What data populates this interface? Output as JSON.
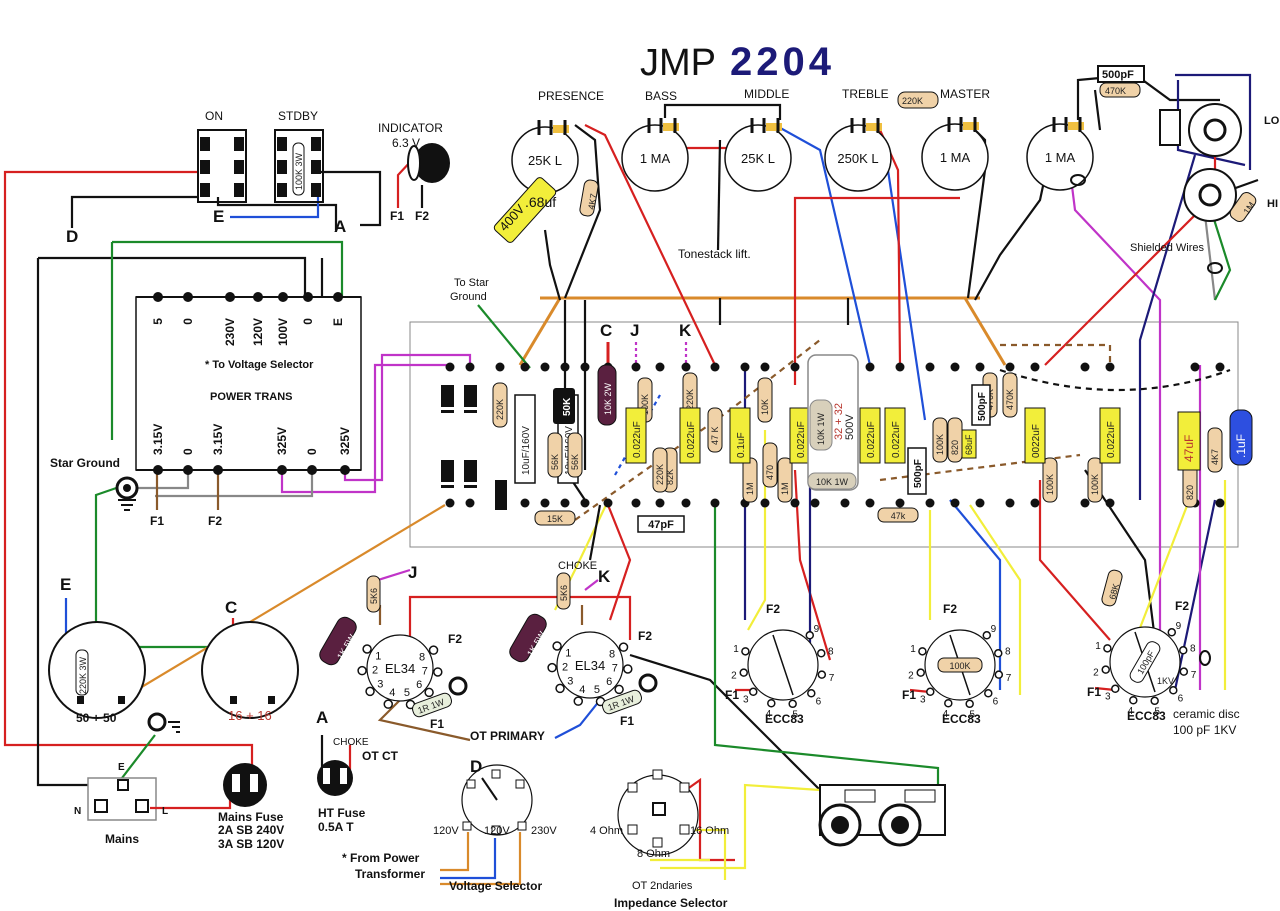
{
  "title": {
    "prefix": "JMP",
    "number": "2204"
  },
  "switches": {
    "on": "ON",
    "standby": "STDBY",
    "standby_resistor": "100K 3W"
  },
  "indicator": {
    "label": "INDICATOR",
    "voltage": "6.3 V",
    "f1": "F1",
    "f2": "F2"
  },
  "points": {
    "A": "A",
    "C": "C",
    "D": "D",
    "E": "E",
    "J": "J",
    "K": "K"
  },
  "pots": [
    {
      "label": "PRESENCE",
      "value": "25K L"
    },
    {
      "label": "BASS",
      "value": "1 MA"
    },
    {
      "label": "MIDDLE",
      "value": "25K L"
    },
    {
      "label": "TREBLE",
      "value": "250K L"
    },
    {
      "label": "MASTER",
      "value": "1 MA"
    },
    {
      "label": "",
      "value": "1 MA"
    }
  ],
  "parts_top": {
    "presence_cap": ".68uf",
    "presence_cap_voltage": "400V",
    "presence_res": "4K7",
    "treble_master_res": "220K",
    "input_cap": "500pF",
    "input_res": "470K",
    "input_res2": "1M",
    "tonestack_lift": "Tonestack lift.",
    "shielded_wires": "Shielded Wires",
    "jack_lo": "LO",
    "jack_hi": "HI"
  },
  "transformer": {
    "title": "POWER TRANS",
    "top_taps": [
      "5",
      "0",
      "230V",
      "120V",
      "100V",
      "0",
      "E"
    ],
    "bottom_taps": [
      "3.15V",
      "0",
      "3.15V",
      "325V",
      "0",
      "325V"
    ],
    "note": "* To Voltage Selector",
    "f1": "F1",
    "f2": "F2"
  },
  "grounds": {
    "star_ground": "Star Ground",
    "to_star_ground_1": "To Star",
    "to_star_ground_2": "Ground"
  },
  "board": {
    "caps_electrolytic": [
      "10uF/160V",
      "10uF/160V"
    ],
    "res_values": [
      "220K",
      "56K",
      "56K",
      "15K",
      "10K 2W",
      "50K",
      "100K",
      "82K",
      "220K",
      "220K",
      "47 K",
      "10K",
      "470",
      "1M",
      "1M",
      "100K",
      "820",
      "470K",
      "470K",
      "100K",
      "100K",
      "820",
      "4K7",
      "47k"
    ],
    "caps_film": [
      "0.022uF",
      "0.022uF",
      "0.1uF",
      "0.022uF",
      "0.022uF",
      "0.022uF",
      "0022uF",
      "0.022uF"
    ],
    "cap_47pf": "47pF",
    "cap_500pf": "500pF",
    "cap_500pf_2": "500pF",
    "cap_68uf": "68uF",
    "filter_cap_res": "10K 1W",
    "filter_cap_value": "32 + 32",
    "filter_cap_voltage": "500V",
    "filter_cap_res2": "10K 1W",
    "cathode_cap": "47uF",
    "coupling_blue": ".1uF",
    "choke": "CHOKE"
  },
  "filter_caps": [
    {
      "resistor": "220K 3W",
      "value": "50 + 50"
    },
    {
      "value": "16 + 16"
    }
  ],
  "power_tubes": [
    {
      "type": "EL34",
      "screen_res": "1K 5W",
      "grid_res": "5K6",
      "cathode_res": "1R 1W",
      "pins": [
        "1",
        "2",
        "3",
        "4",
        "5",
        "6",
        "7",
        "8"
      ],
      "f2": "F2",
      "f1": "F1"
    },
    {
      "type": "EL34",
      "screen_res": "1K 5W",
      "grid_res": "5K6",
      "cathode_res": "1R 1W",
      "pins": [
        "1",
        "2",
        "3",
        "4",
        "5",
        "6",
        "7",
        "8"
      ],
      "f2": "F2",
      "f1": "F1"
    }
  ],
  "preamp_tubes": [
    {
      "type": "ECC83",
      "pins": [
        "1",
        "2",
        "3",
        "4",
        "5",
        "6",
        "7",
        "8",
        "9"
      ],
      "f1": "F1",
      "f2": "F2"
    },
    {
      "type": "ECC83",
      "inner": "100K",
      "pins": [
        "1",
        "2",
        "3",
        "4",
        "5",
        "6",
        "7",
        "8",
        "9"
      ],
      "f1": "F1",
      "f2": "F2"
    },
    {
      "type": "ECC83",
      "inner": "100pF",
      "inner2": "1KV",
      "extra": "68K",
      "pins": [
        "1",
        "2",
        "3",
        "4",
        "5",
        "6",
        "7",
        "8",
        "9"
      ],
      "f1": "F1",
      "f2": "F2"
    }
  ],
  "ceramic_disc": {
    "line1": "ceramic disc",
    "line2": "100 pF 1KV"
  },
  "ot_primary": "OT PRIMARY",
  "mains": {
    "label": "Mains",
    "e": "E",
    "n": "N",
    "l": "L"
  },
  "mains_fuse": {
    "label": "Mains Fuse",
    "line2": "2A SB 240V",
    "line3": "3A SB 120V"
  },
  "ht_fuse": {
    "label": "HT Fuse",
    "rating": "0.5A T",
    "choke": "CHOKE",
    "ot_ct": "OT CT",
    "a": "A"
  },
  "voltage_selector": {
    "label": "Voltage Selector",
    "from_power_1": "* From Power",
    "from_power_2": "Transformer",
    "taps": [
      "120V",
      "120V",
      "230V"
    ],
    "d": "D"
  },
  "impedance_selector": {
    "label": "Impedance Selector",
    "secondaries": "OT 2ndaries",
    "taps": [
      "4 Ohm",
      "8 Ohm",
      "16 Ohm"
    ]
  },
  "colors": {
    "red": "#d62020",
    "blue": "#1f4fd8",
    "green": "#1b8a2a",
    "orange": "#d98a2b",
    "purple": "#c034c8",
    "yellow": "#f2ee3a",
    "navy": "#1c1a78",
    "brown": "#8a5a2b"
  }
}
